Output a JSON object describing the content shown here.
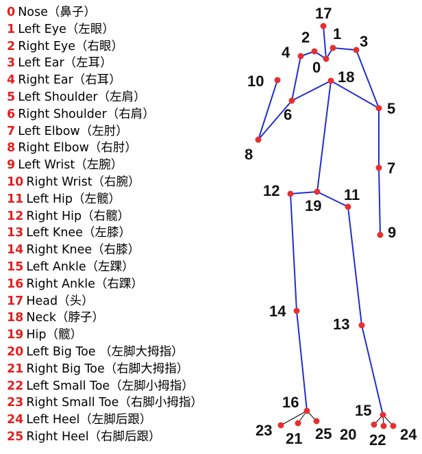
{
  "legend": [
    {
      "num": "0",
      "label": "Nose（鼻子）"
    },
    {
      "num": "1",
      "label": "Left Eye（左眼）"
    },
    {
      "num": "2",
      "label": "Right Eye（右眼）"
    },
    {
      "num": "3",
      "label": "Left Ear（左耳）"
    },
    {
      "num": "4",
      "label": "Right Ear（右耳）"
    },
    {
      "num": "5",
      "label": "Left Shoulder（左肩）"
    },
    {
      "num": "6",
      "label": "Right Shoulder（右肩）"
    },
    {
      "num": "7",
      "label": "Left Elbow（左肘）"
    },
    {
      "num": "8",
      "label": "Right Elbow（右肘）"
    },
    {
      "num": "9",
      "label": "Left Wrist（左腕）"
    },
    {
      "num": "10",
      "label": "Right Wrist（右腕）"
    },
    {
      "num": "11",
      "label": "Left Hip（左髋）"
    },
    {
      "num": "12",
      "label": "Right Hip（右髋）"
    },
    {
      "num": "13",
      "label": "Left Knee（左膝）"
    },
    {
      "num": "14",
      "label": "Right Knee（右膝）"
    },
    {
      "num": "15",
      "label": "Left Ankle（左踝）"
    },
    {
      "num": "16",
      "label": "Right Ankle（右踝）"
    },
    {
      "num": "17",
      "label": "Head（头）"
    },
    {
      "num": "18",
      "label": "Neck（脖子）"
    },
    {
      "num": "19",
      "label": "Hip（髋）"
    },
    {
      "num": "20",
      "label": "Left Big Toe （左脚大拇指）"
    },
    {
      "num": "21",
      "label": "Right Big Toe（右脚大拇指）"
    },
    {
      "num": "22",
      "label": "Left Small Toe（左脚小拇指）"
    },
    {
      "num": "23",
      "label": "Right Small Toe（右脚小拇指）"
    },
    {
      "num": "24",
      "label": "Left Heel（左脚后跟）"
    },
    {
      "num": "25",
      "label": "Right Heel（右脚后跟）"
    }
  ],
  "colors": {
    "number": "#e02020",
    "bone": "#1f2bd6",
    "joint": "#e53030",
    "label": "#111111"
  }
}
